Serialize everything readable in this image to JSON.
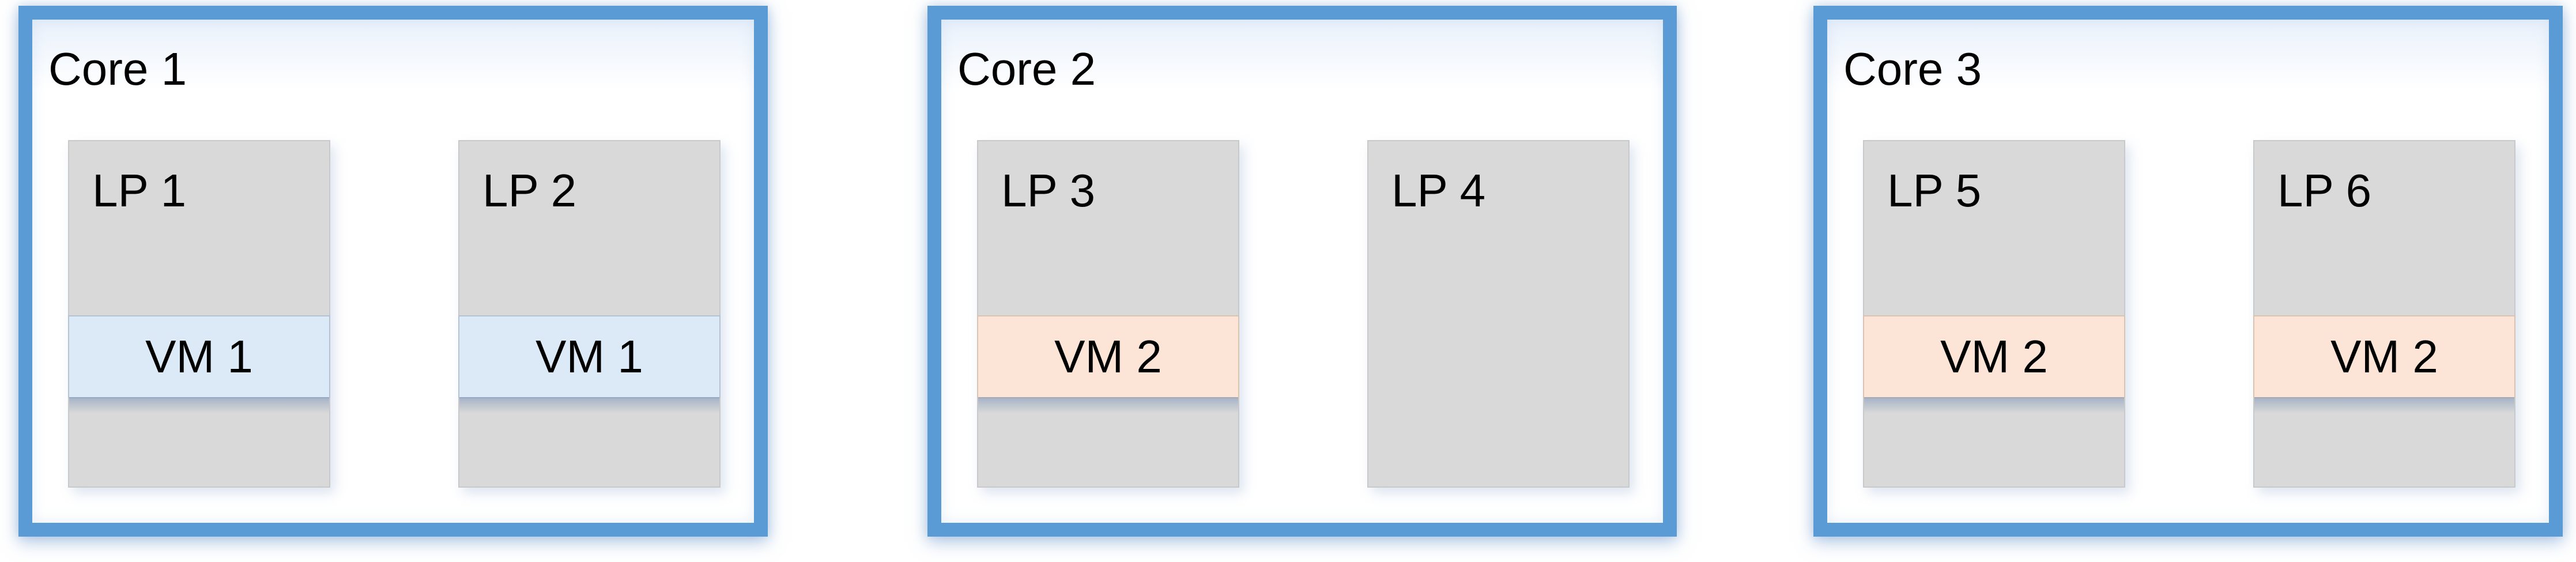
{
  "diagram": {
    "description": "Three physical cores, each with two logical processors; VM virtual processors scheduled onto LPs",
    "colors": {
      "background": "#ffffff",
      "core_border": "#5b9bd5",
      "lp_fill": "#d9d9d9",
      "vm1_fill": "#dceaf7",
      "vm2_fill": "#fce4d6",
      "text": "#000000"
    },
    "cores": [
      {
        "label": "Core 1",
        "lps": [
          {
            "label": "LP 1",
            "vm_label": "VM 1"
          },
          {
            "label": "LP 2",
            "vm_label": "VM 1"
          }
        ]
      },
      {
        "label": "Core 2",
        "lps": [
          {
            "label": "LP 3",
            "vm_label": "VM 2"
          },
          {
            "label": "LP 4",
            "vm_label": null
          }
        ]
      },
      {
        "label": "Core 3",
        "lps": [
          {
            "label": "LP 5",
            "vm_label": "VM 2"
          },
          {
            "label": "LP 6",
            "vm_label": "VM 2"
          }
        ]
      }
    ]
  }
}
